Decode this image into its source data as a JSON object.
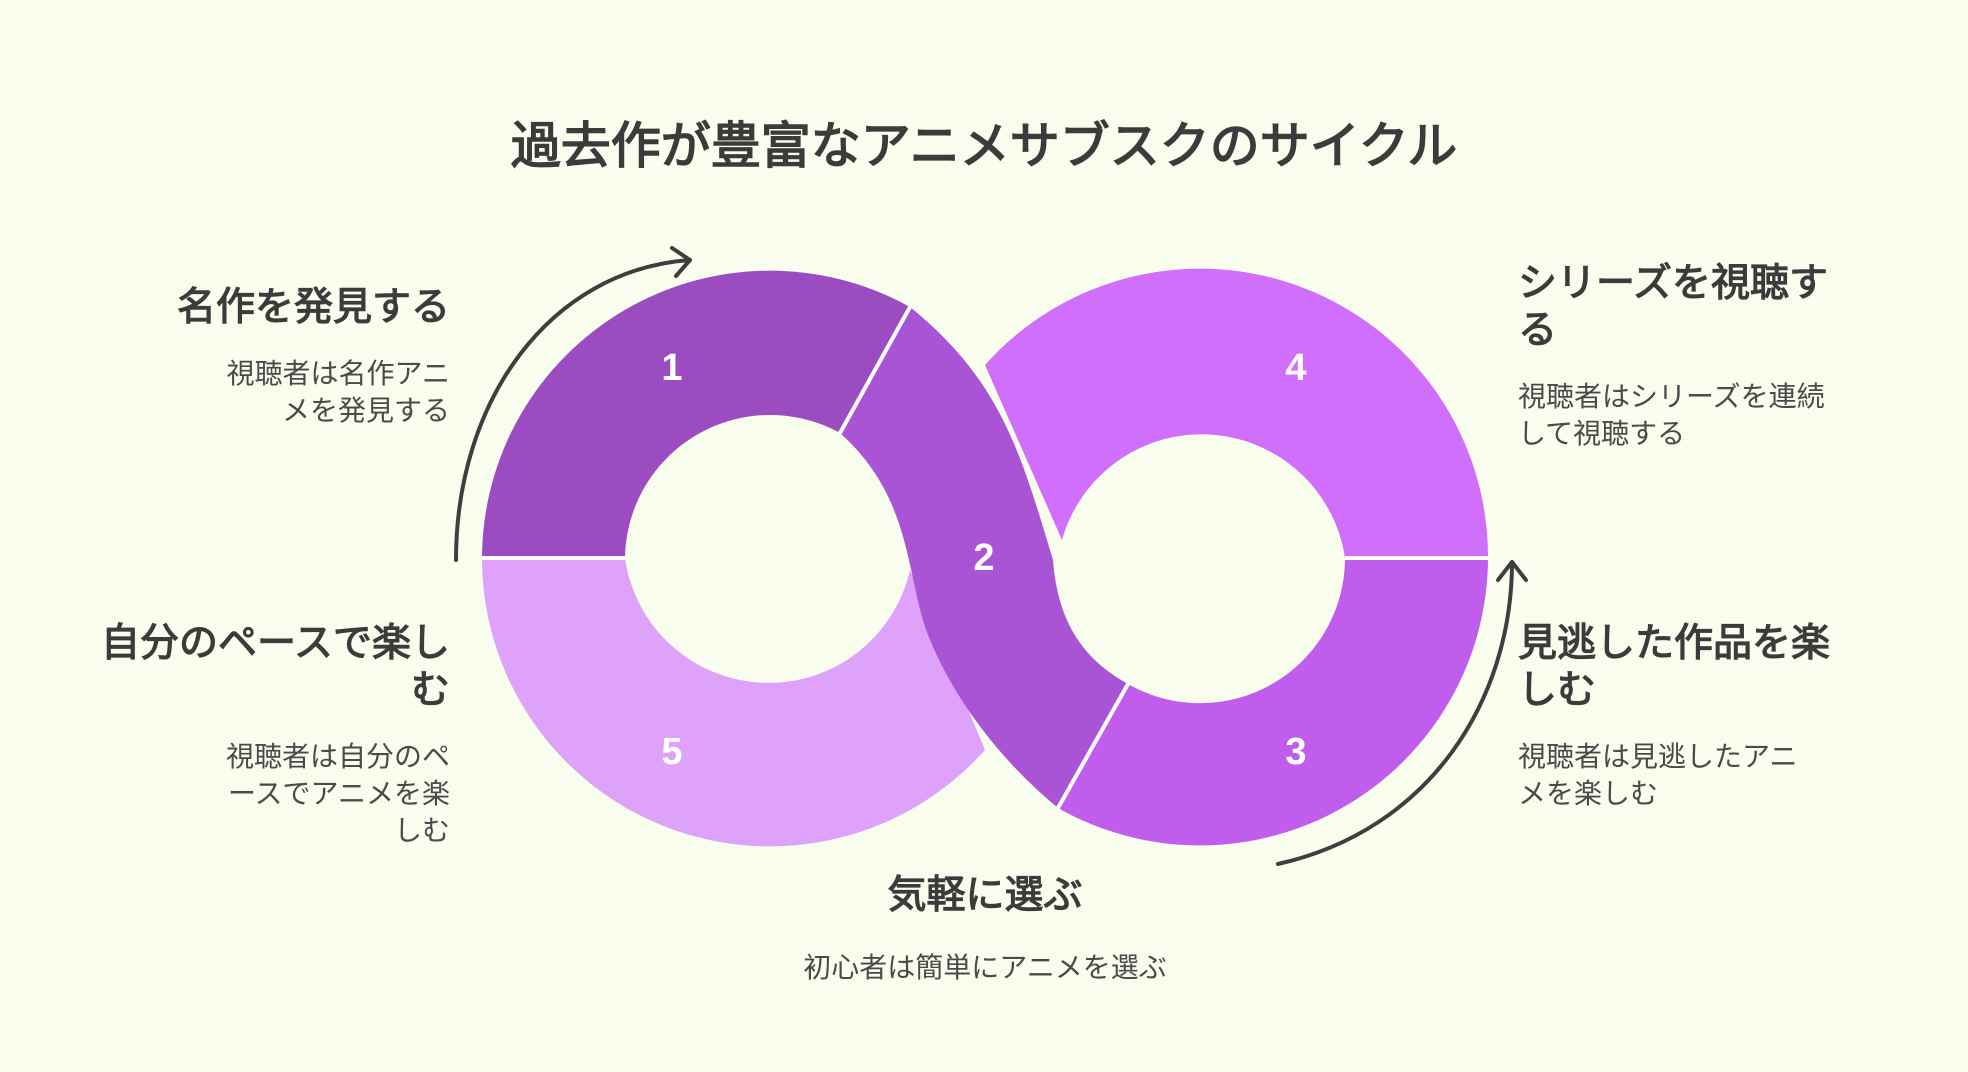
{
  "title": "過去作が豊富なアニメサブスクのサイクル",
  "steps": [
    {
      "number": "1",
      "heading": "名作を発見する",
      "description": "視聴者は名作アニメを発見する",
      "color": "#9a4cc0"
    },
    {
      "number": "2",
      "heading": "気軽に選ぶ",
      "description": "初心者は簡単にアニメを選ぶ",
      "color": "#a954d5"
    },
    {
      "number": "3",
      "heading": "見逃した作品を楽しむ",
      "description": "視聴者は見逃したアニメを楽しむ",
      "color": "#c15ded"
    },
    {
      "number": "4",
      "heading": "シリーズを視聴する",
      "description": "視聴者はシリーズを連続して視聴する",
      "color": "#d06ffb"
    },
    {
      "number": "5",
      "heading": "自分のペースで楽しむ",
      "description": "視聴者は自分のペースでアニメを楽しむ",
      "color": "#dfa2fb"
    }
  ],
  "colors": {
    "background": "#f9fdee",
    "arrow": "#3e3e3e",
    "separator": "#ffffff"
  }
}
